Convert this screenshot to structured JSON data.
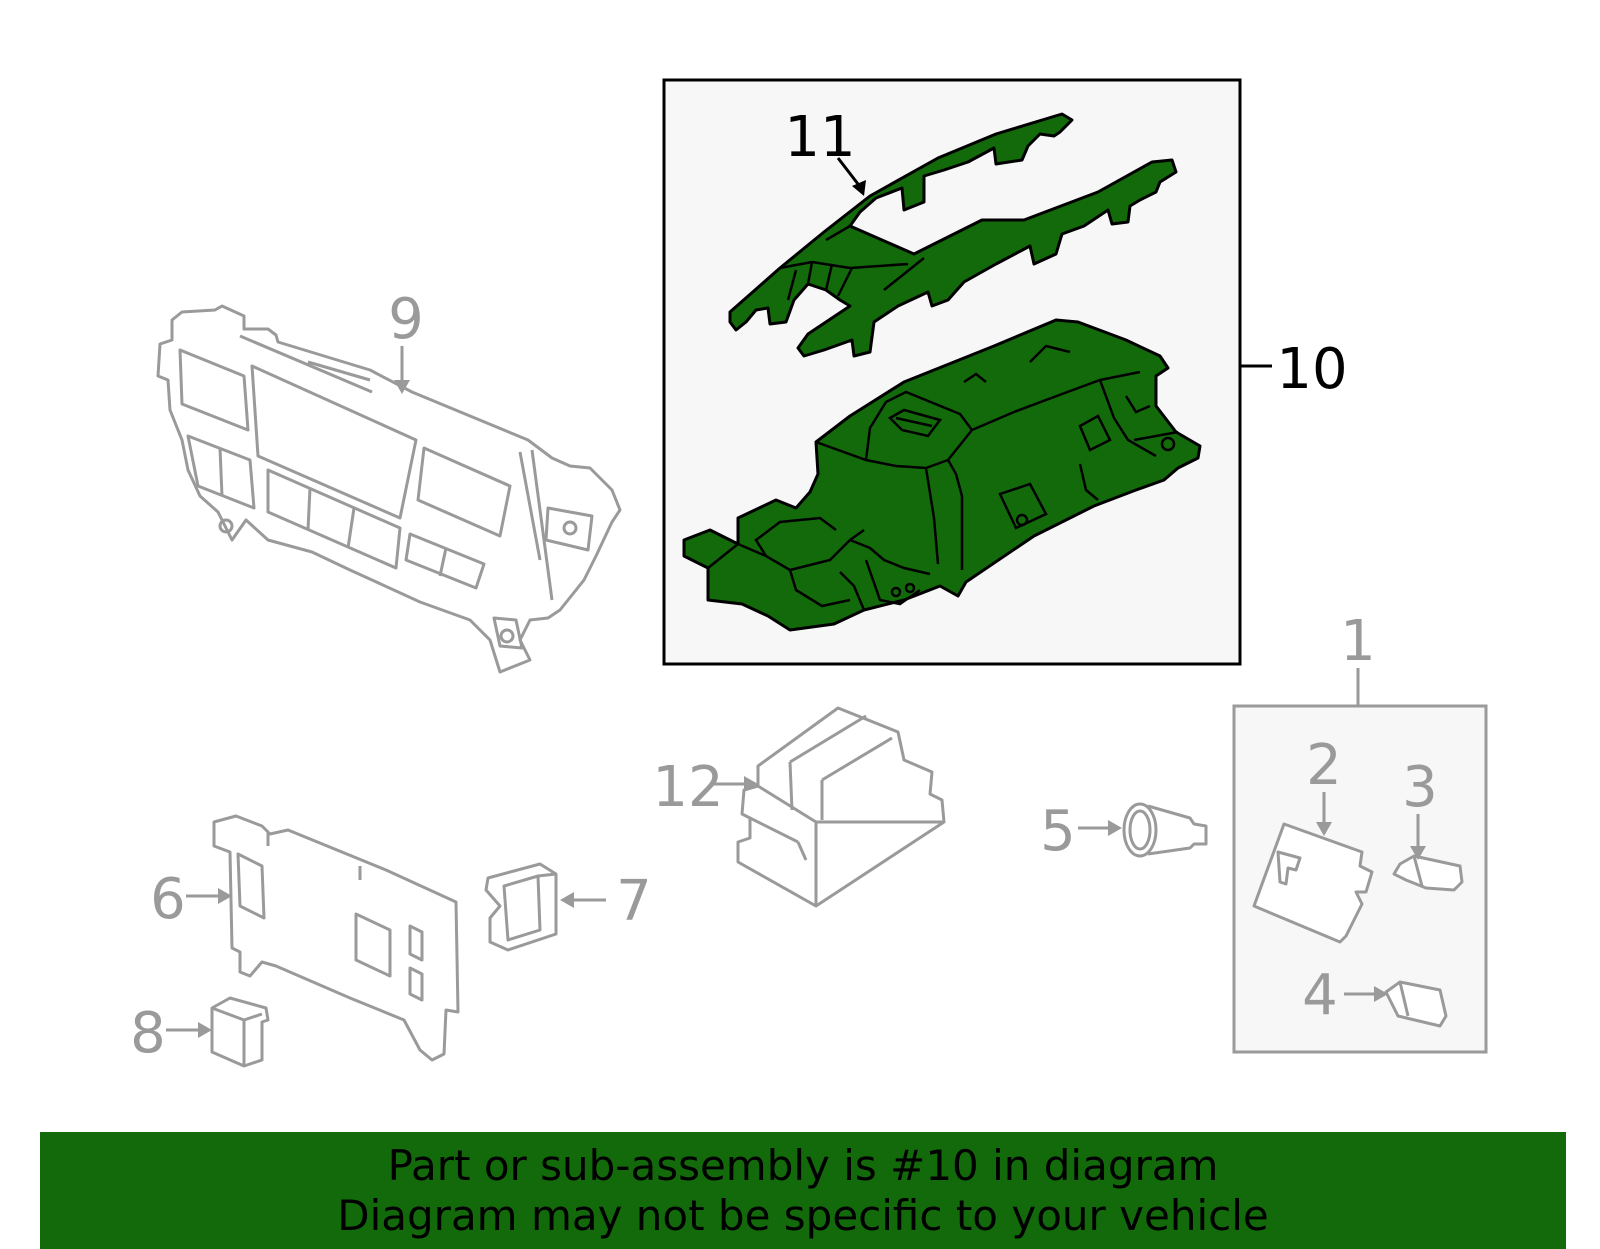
{
  "diagram": {
    "callouts": {
      "c1": "1",
      "c2": "2",
      "c3": "3",
      "c4": "4",
      "c5": "5",
      "c6": "6",
      "c7": "7",
      "c8": "8",
      "c9": "9",
      "c10": "10",
      "c11": "11",
      "c12": "12"
    },
    "highlighted_part": "10",
    "colors": {
      "highlight_green": "#136a0a",
      "inactive_gray": "#9a9a9a",
      "panel_background": "#f7f7f7"
    }
  },
  "footer": {
    "line1": "Part or sub-assembly is #10 in diagram",
    "line2": "Diagram may not be specific to your vehicle"
  }
}
